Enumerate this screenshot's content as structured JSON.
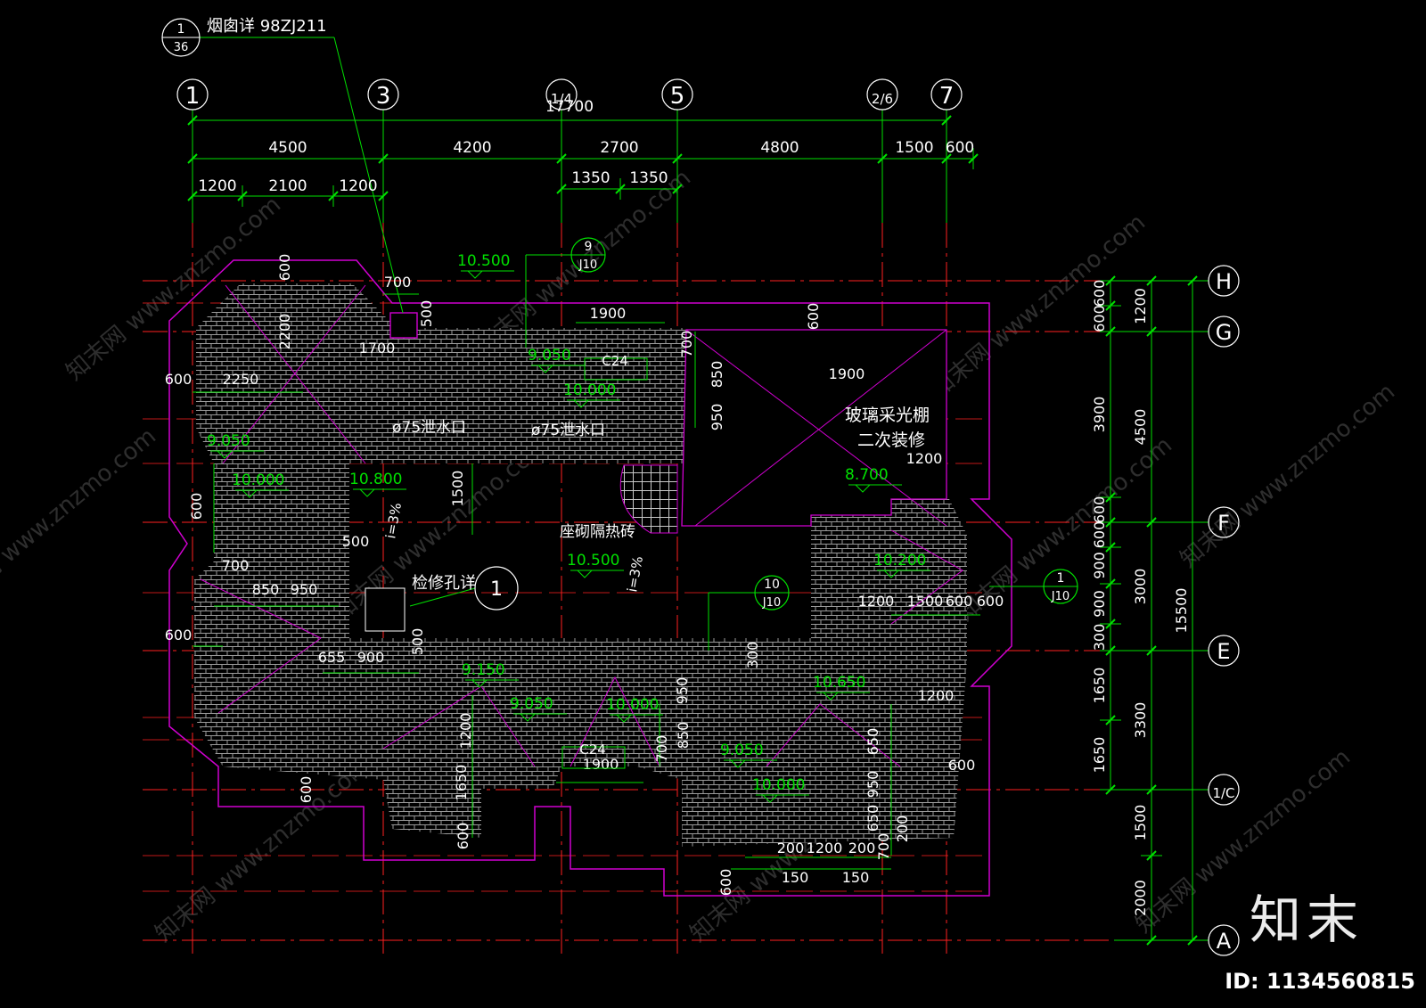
{
  "watermark": {
    "brand": "知末",
    "id_text": "ID: 1134560815",
    "tile_text": "知末网 www.znzmo.com"
  },
  "colors": {
    "background": "#000000",
    "dimension": "#00e000",
    "axis": "#ff2020",
    "outline": "#d000d0",
    "hatch": "#9a9a9a",
    "text": "#ffffff"
  },
  "axes_top": [
    "1",
    "3",
    "1/4",
    "5",
    "2/6",
    "7"
  ],
  "axes_right": [
    "H",
    "G",
    "F",
    "E",
    "1/C",
    "A"
  ],
  "dim_top_total": "17700",
  "dim_top_row2": [
    "4500",
    "4200",
    "2700",
    "4800",
    "1500",
    "600"
  ],
  "dim_top_row3": [
    "1200",
    "2100",
    "1200",
    "1350",
    "1350"
  ],
  "dim_right_inner": [
    "600",
    "600",
    "3900",
    "600",
    "600",
    "900",
    "900",
    "300",
    "1650",
    "1650"
  ],
  "dim_right_mid": [
    "1200",
    "4500",
    "3000",
    "3300",
    "1500",
    "2000"
  ],
  "dim_right_total": "15500",
  "detail_refs": [
    {
      "num": "1",
      "den": "36"
    },
    {
      "num": "9",
      "den": "J10"
    },
    {
      "num": "10",
      "den": "J10"
    },
    {
      "num": "1",
      "den": "J10"
    },
    {
      "num": "1",
      "den": ""
    }
  ],
  "notes": {
    "chimney": "烟囱详 98ZJ211",
    "drain_1": "ø75泄水口",
    "drain_2": "ø75泄水口",
    "skylight_1": "玻璃采光棚",
    "skylight_2": "二次装修",
    "insulation": "座砌隔热砖",
    "hatch_detail": "检修孔详",
    "slope_1": "i=3%",
    "slope_2": "i=3%"
  },
  "elevations": [
    "10.500",
    "9.050",
    "10.000",
    "10.800",
    "9.050",
    "10.000",
    "10.500",
    "8.700",
    "10.200",
    "9.150",
    "9.050",
    "10.000",
    "10.650",
    "9.050",
    "10.000"
  ],
  "inner_dims": [
    "700",
    "500",
    "1700",
    "600",
    "2200",
    "600",
    "2250",
    "1900",
    "600",
    "700",
    "850",
    "950",
    "600",
    "1200",
    "1500",
    "1900",
    "500",
    "700",
    "850",
    "950",
    "600",
    "500",
    "655",
    "900",
    "1200",
    "1500",
    "600",
    "600",
    "300",
    "950",
    "850",
    "1200",
    "1650",
    "600",
    "700",
    "1900",
    "1200",
    "650",
    "950",
    "650",
    "200",
    "600",
    "200",
    "1200",
    "200",
    "150",
    "150",
    "600",
    "700",
    "600"
  ],
  "tags": [
    "C24",
    "C24"
  ]
}
